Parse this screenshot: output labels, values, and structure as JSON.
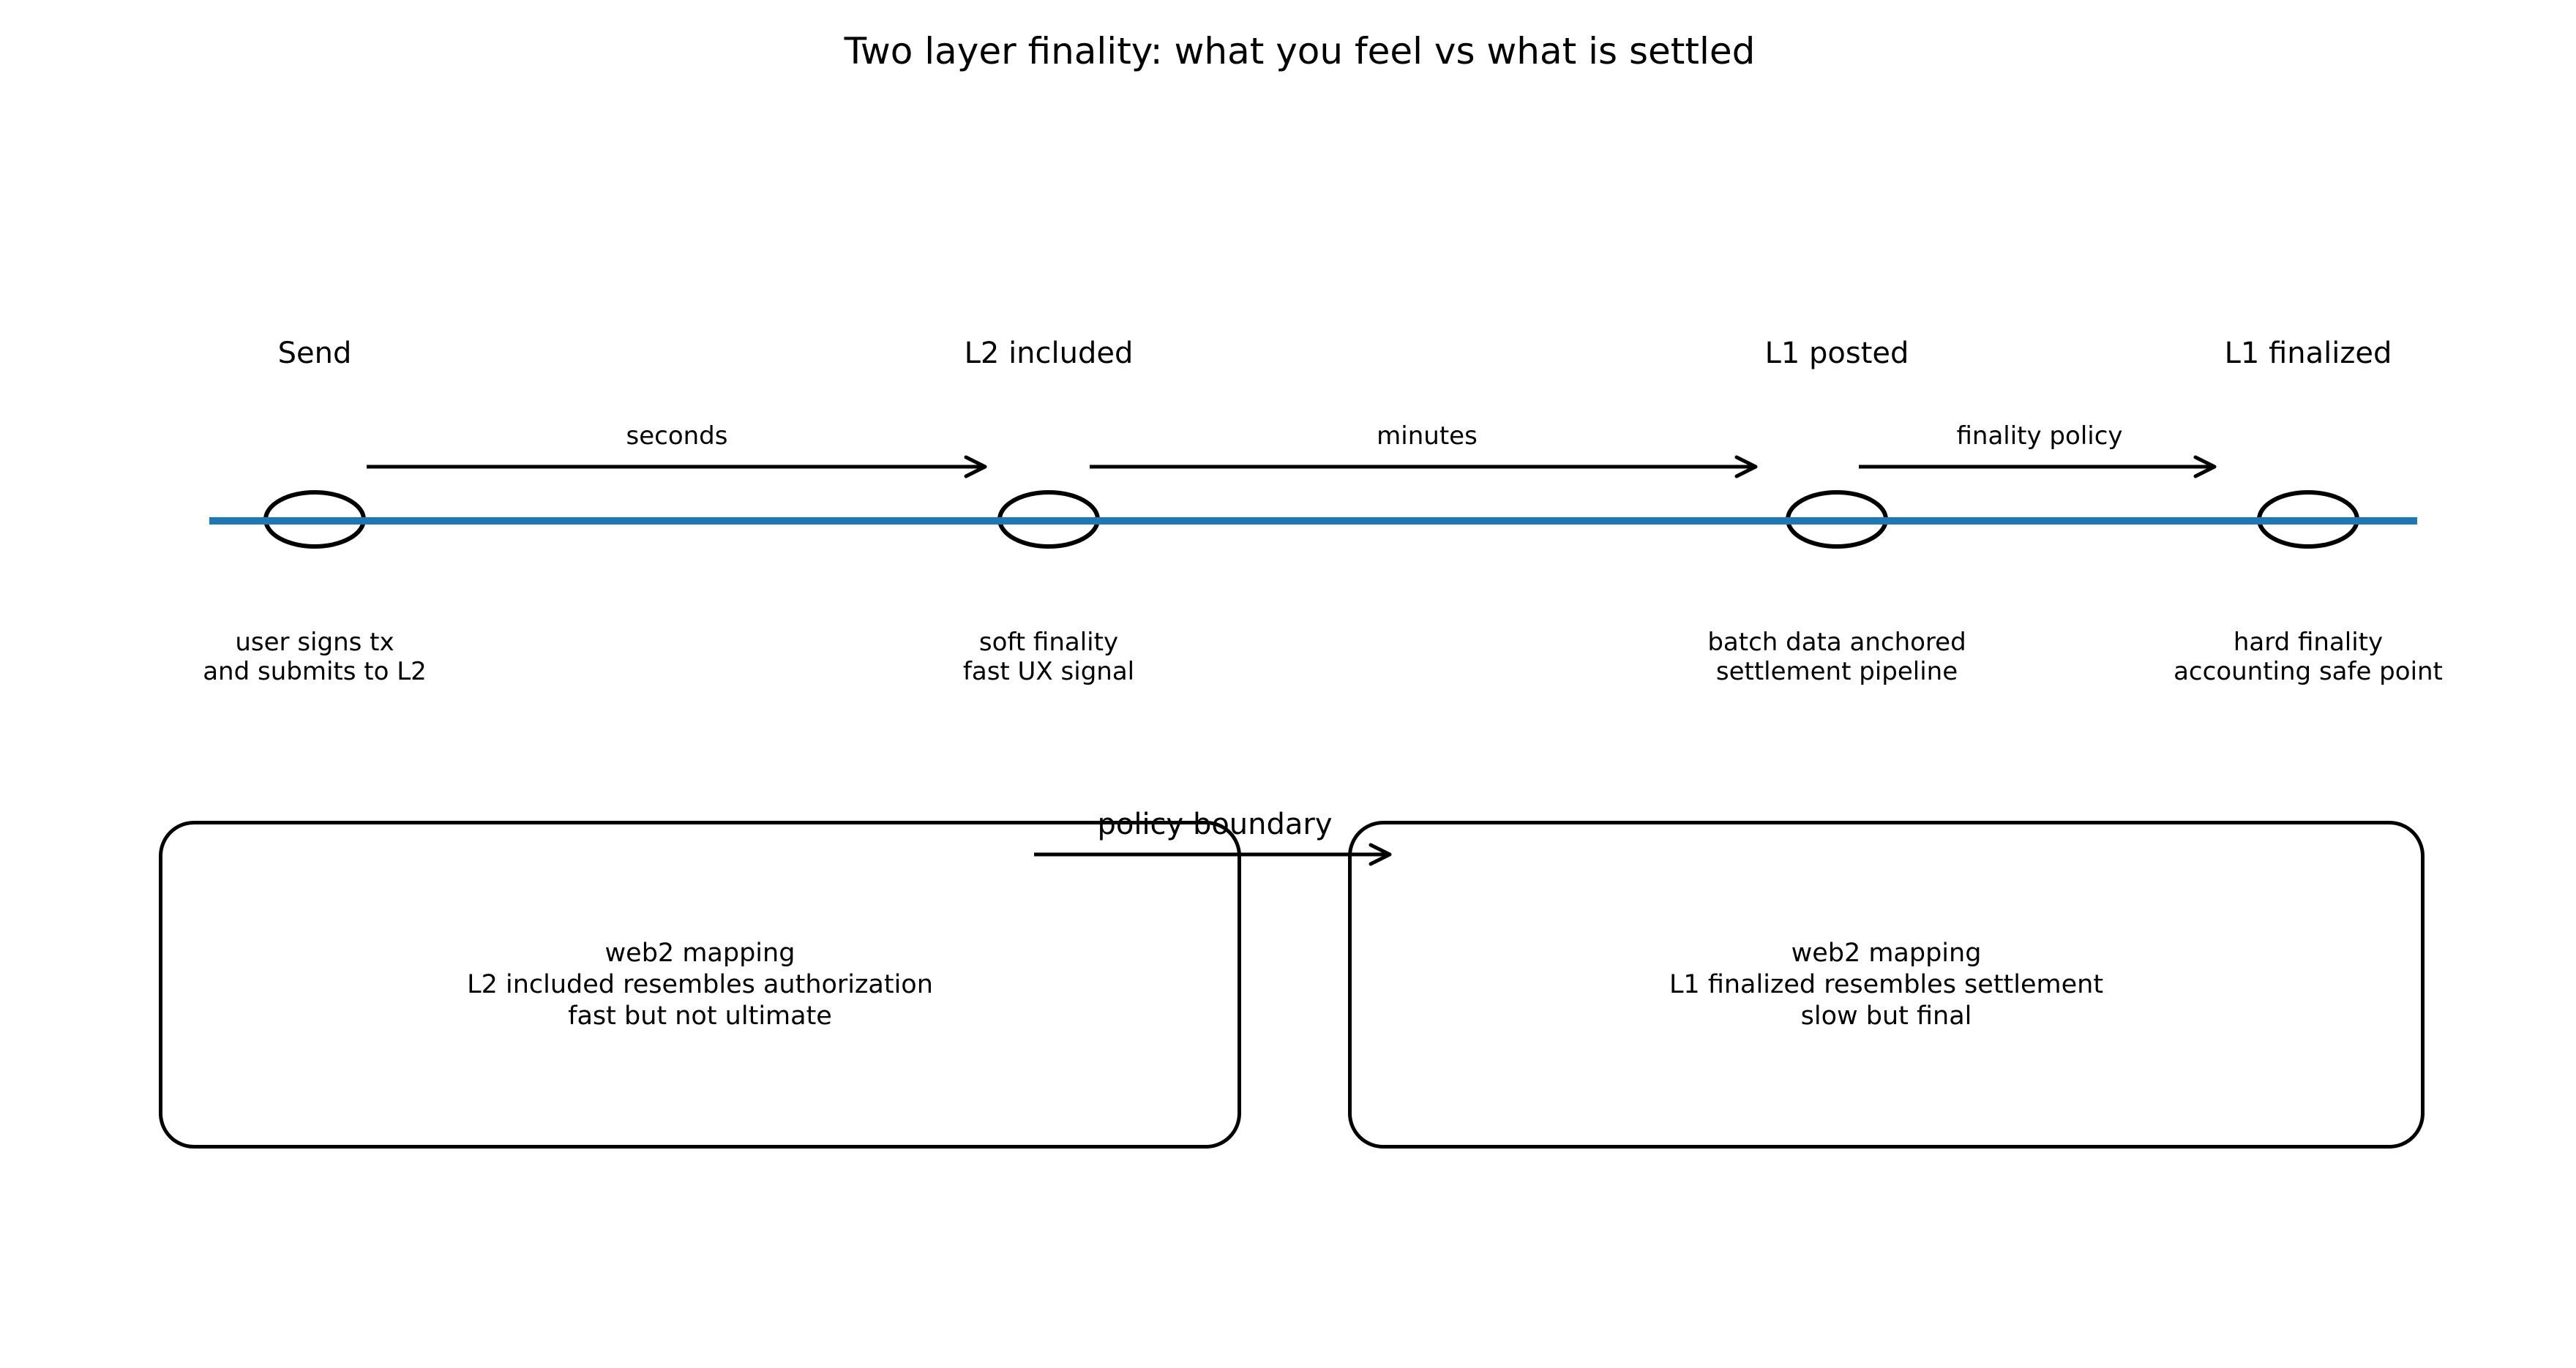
{
  "title": "Two layer finality: what you feel vs what is settled",
  "colors": {
    "timeline": "#1f77b4",
    "stroke": "#000000"
  },
  "timeline": {
    "nodes": [
      {
        "label": "Send",
        "desc1": "user signs tx",
        "desc2": "and submits to L2"
      },
      {
        "label": "L2 included",
        "desc1": "soft finality",
        "desc2": "fast UX signal"
      },
      {
        "label": "L1 posted",
        "desc1": "batch data anchored",
        "desc2": "settlement pipeline"
      },
      {
        "label": "L1 finalized",
        "desc1": "hard finality",
        "desc2": "accounting safe point"
      }
    ],
    "segments": [
      {
        "label": "seconds"
      },
      {
        "label": "minutes"
      },
      {
        "label": "finality policy"
      }
    ]
  },
  "boundary": {
    "label": "policy boundary"
  },
  "boxes": [
    {
      "line1": "web2 mapping",
      "line2": "L2 included resembles authorization",
      "line3": "fast but not ultimate"
    },
    {
      "line1": "web2 mapping",
      "line2": "L1 finalized resembles settlement",
      "line3": "slow but final"
    }
  ]
}
